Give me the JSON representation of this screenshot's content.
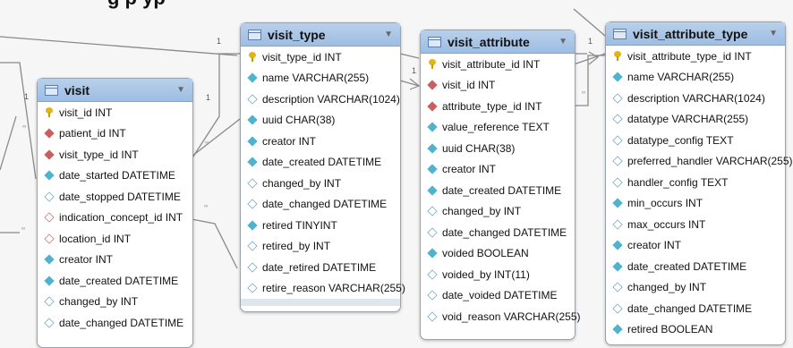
{
  "heading_fragment": "g p                                                               yp",
  "tables": {
    "visit": {
      "name": "visit",
      "columns": [
        {
          "text": "visit_id INT",
          "key": "pk"
        },
        {
          "text": "patient_id INT",
          "key": "fk"
        },
        {
          "text": "visit_type_id INT",
          "key": "fk"
        },
        {
          "text": "date_started DATETIME",
          "key": "nn"
        },
        {
          "text": "date_stopped DATETIME",
          "key": "nul"
        },
        {
          "text": "indication_concept_id INT",
          "key": "nulfk"
        },
        {
          "text": "location_id INT",
          "key": "nulfk"
        },
        {
          "text": "creator INT",
          "key": "nn"
        },
        {
          "text": "date_created DATETIME",
          "key": "nn"
        },
        {
          "text": "changed_by INT",
          "key": "nul"
        },
        {
          "text": "date_changed DATETIME",
          "key": "nul"
        }
      ]
    },
    "visit_type": {
      "name": "visit_type",
      "columns": [
        {
          "text": "visit_type_id INT",
          "key": "pk"
        },
        {
          "text": "name VARCHAR(255)",
          "key": "nn"
        },
        {
          "text": "description VARCHAR(1024)",
          "key": "nul"
        },
        {
          "text": "uuid CHAR(38)",
          "key": "nn"
        },
        {
          "text": "creator INT",
          "key": "nn"
        },
        {
          "text": "date_created DATETIME",
          "key": "nn"
        },
        {
          "text": "changed_by INT",
          "key": "nul"
        },
        {
          "text": "date_changed DATETIME",
          "key": "nul"
        },
        {
          "text": "retired TINYINT",
          "key": "nn"
        },
        {
          "text": "retired_by INT",
          "key": "nul"
        },
        {
          "text": "date_retired DATETIME",
          "key": "nul"
        },
        {
          "text": "retire_reason VARCHAR(255)",
          "key": "nul"
        }
      ]
    },
    "visit_attribute": {
      "name": "visit_attribute",
      "columns": [
        {
          "text": "visit_attribute_id INT",
          "key": "pk"
        },
        {
          "text": "visit_id INT",
          "key": "fk"
        },
        {
          "text": "attribute_type_id INT",
          "key": "fk"
        },
        {
          "text": "value_reference TEXT",
          "key": "nn"
        },
        {
          "text": "uuid CHAR(38)",
          "key": "nn"
        },
        {
          "text": "creator INT",
          "key": "nn"
        },
        {
          "text": "date_created DATETIME",
          "key": "nn"
        },
        {
          "text": "changed_by INT",
          "key": "nul"
        },
        {
          "text": "date_changed DATETIME",
          "key": "nul"
        },
        {
          "text": "voided BOOLEAN",
          "key": "nn"
        },
        {
          "text": "voided_by INT(11)",
          "key": "nul"
        },
        {
          "text": "date_voided DATETIME",
          "key": "nul"
        },
        {
          "text": "void_reason VARCHAR(255)",
          "key": "nul"
        }
      ]
    },
    "visit_attribute_type": {
      "name": "visit_attribute_type",
      "columns": [
        {
          "text": "visit_attribute_type_id INT",
          "key": "pk"
        },
        {
          "text": "name VARCHAR(255)",
          "key": "nn"
        },
        {
          "text": "description VARCHAR(1024)",
          "key": "nul"
        },
        {
          "text": "datatype VARCHAR(255)",
          "key": "nul"
        },
        {
          "text": "datatype_config TEXT",
          "key": "nul"
        },
        {
          "text": "preferred_handler VARCHAR(255)",
          "key": "nul"
        },
        {
          "text": "handler_config TEXT",
          "key": "nul"
        },
        {
          "text": "min_occurs INT",
          "key": "nn"
        },
        {
          "text": "max_occurs INT",
          "key": "nul"
        },
        {
          "text": "creator INT",
          "key": "nn"
        },
        {
          "text": "date_created DATETIME",
          "key": "nn"
        },
        {
          "text": "changed_by INT",
          "key": "nul"
        },
        {
          "text": "date_changed DATETIME",
          "key": "nul"
        },
        {
          "text": "retired BOOLEAN",
          "key": "nn"
        }
      ]
    }
  },
  "cardinality": {
    "one": "1",
    "many": "∞"
  },
  "colors": {
    "header": "#a9c6e6",
    "pk": "#e3b514",
    "fk": "#c9605f",
    "notnull": "#4fb3cf",
    "line": "#8a8a8a"
  }
}
